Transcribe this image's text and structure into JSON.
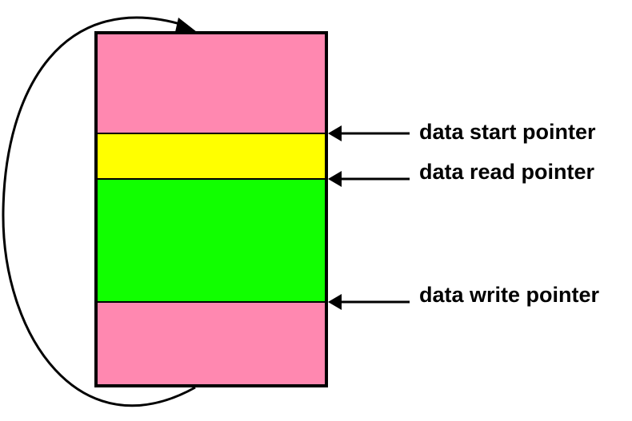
{
  "buffer": {
    "regions": [
      {
        "name": "free-top",
        "fill": "#FF88B0"
      },
      {
        "name": "unread-start",
        "fill": "#FFFF00"
      },
      {
        "name": "pending-data",
        "fill": "#11FF00"
      },
      {
        "name": "free-bottom",
        "fill": "#FF88B0"
      }
    ],
    "border_color": "#000000"
  },
  "pointers": [
    {
      "label": "data start pointer"
    },
    {
      "label": "data read pointer"
    },
    {
      "label": "data write pointer"
    }
  ],
  "wraparound_arrow": {
    "icon": "wraparound-arrow-icon"
  }
}
